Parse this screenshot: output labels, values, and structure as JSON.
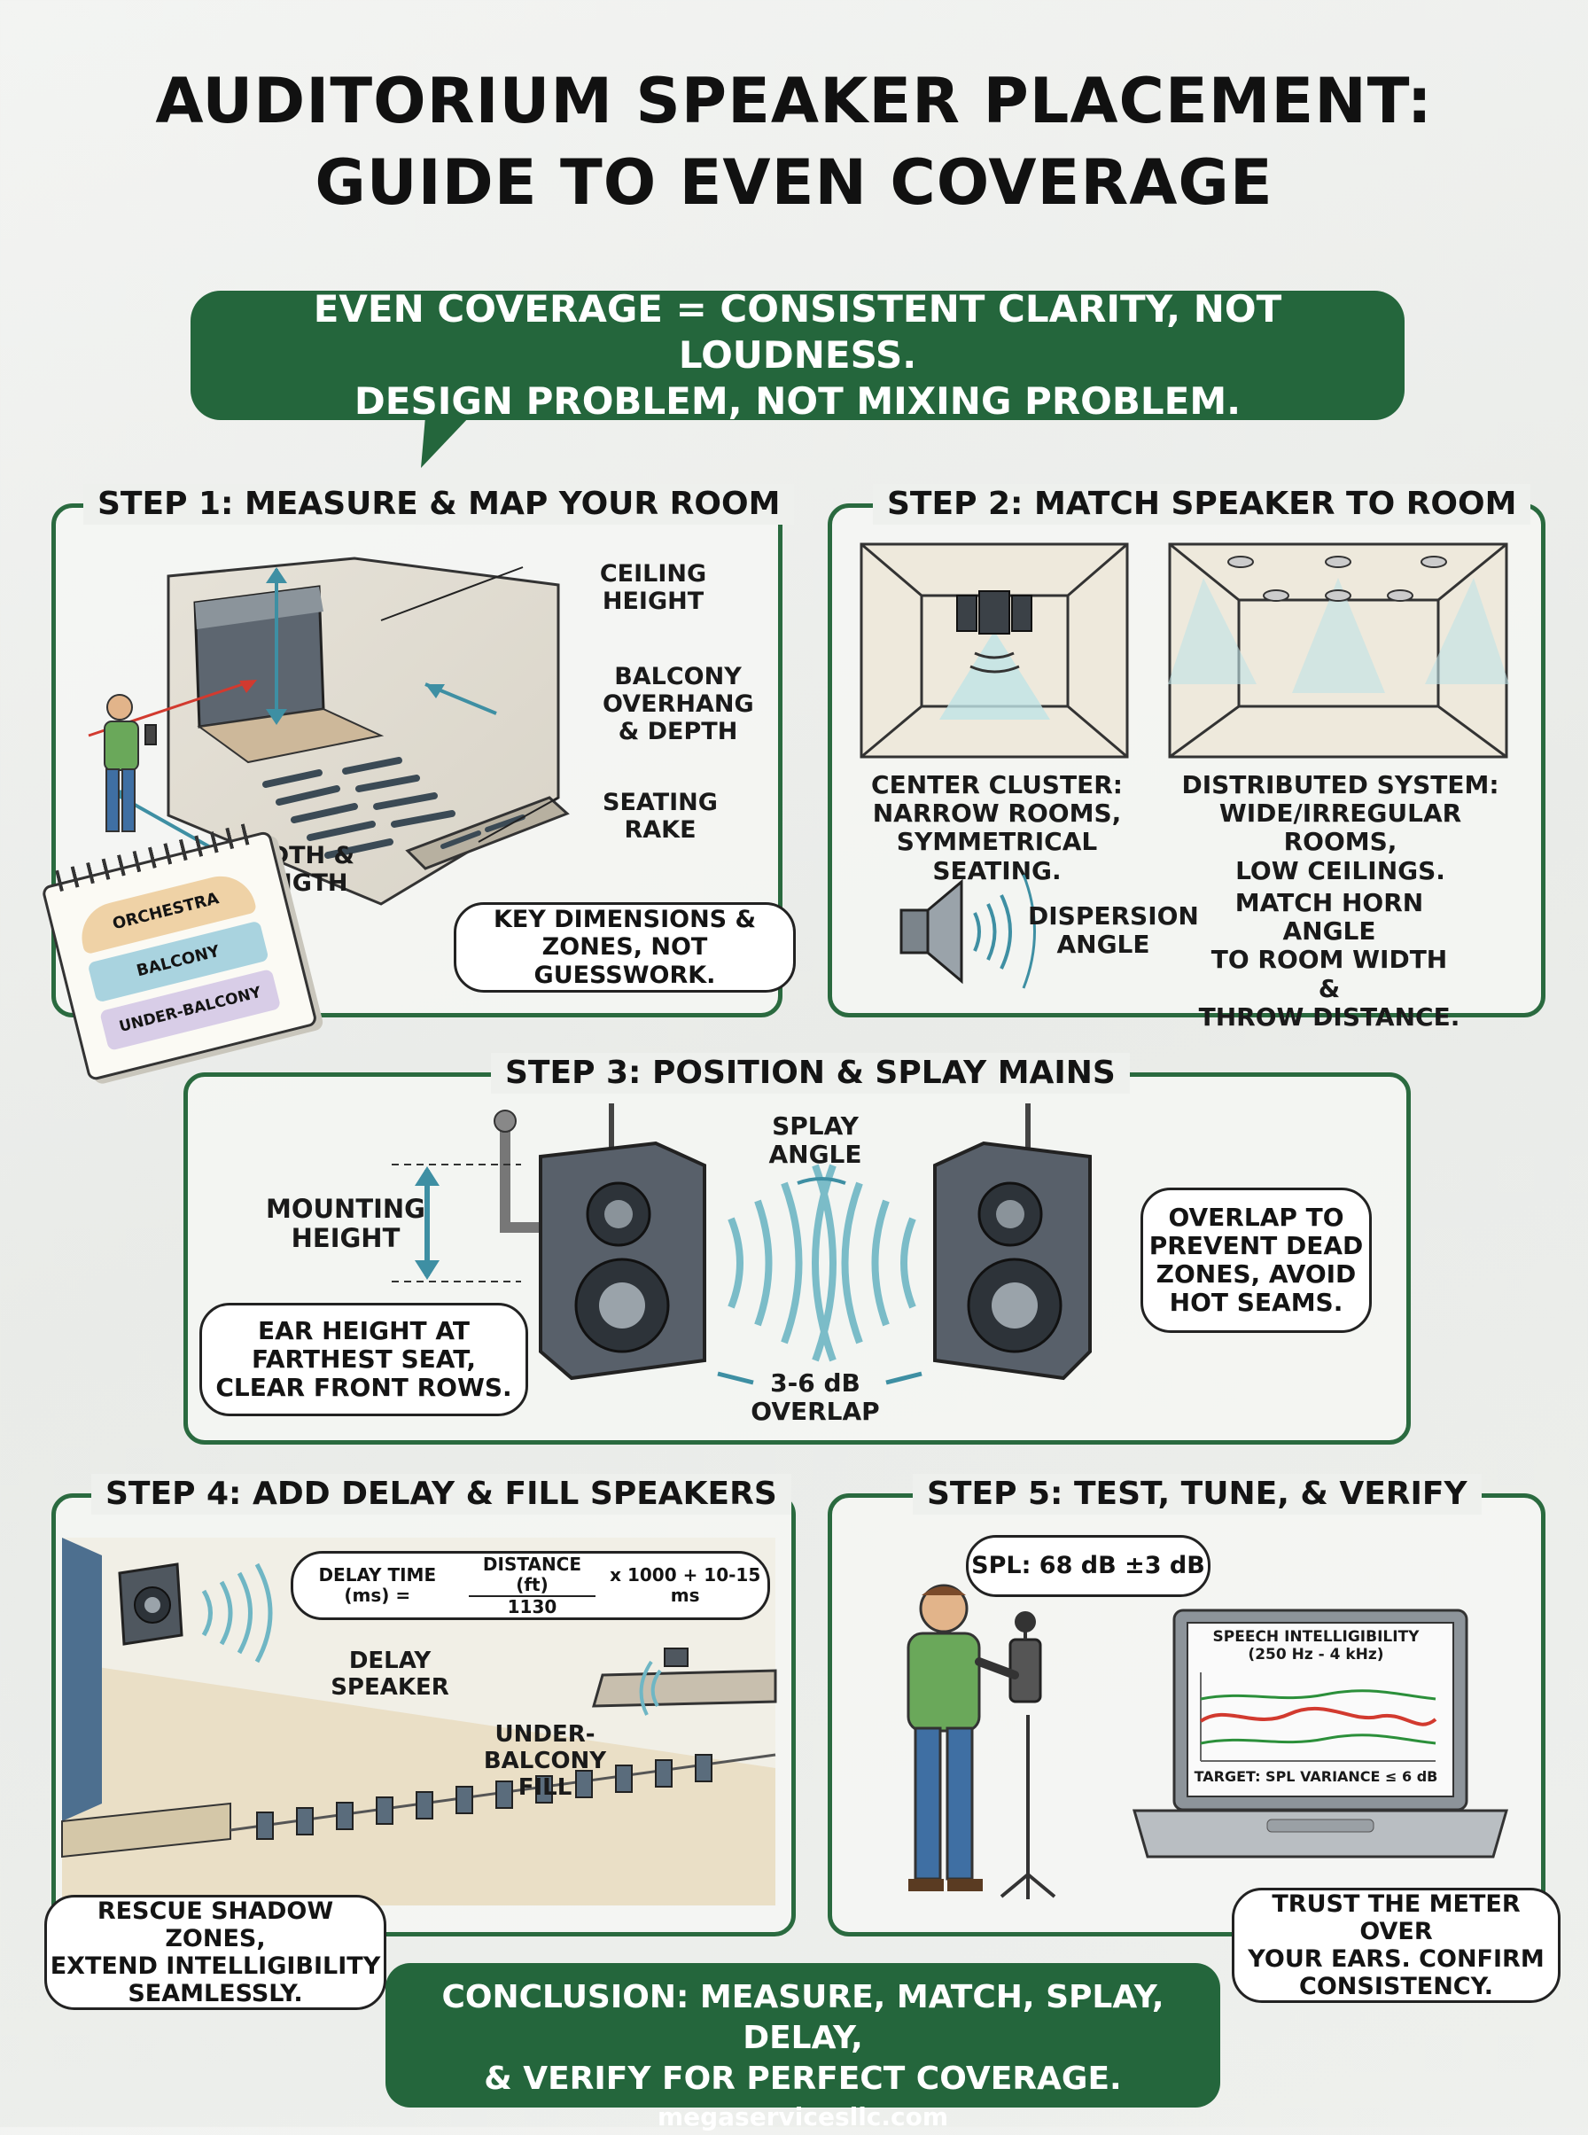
{
  "title": {
    "line1": "AUDITORIUM SPEAKER PLACEMENT:",
    "line2": "GUIDE TO EVEN COVERAGE"
  },
  "banner": {
    "line1": "EVEN COVERAGE = CONSISTENT CLARITY, NOT LOUDNESS.",
    "line2": "DESIGN PROBLEM, NOT MIXING PROBLEM."
  },
  "step1": {
    "title": "STEP 1: MEASURE & MAP YOUR ROOM",
    "ceiling_l1": "CEILING",
    "ceiling_l2": "HEIGHT",
    "balcony_l1": "BALCONY",
    "balcony_l2": "OVERHANG",
    "balcony_l3": "& DEPTH",
    "rake_l1": "SEATING",
    "rake_l2": "RAKE",
    "width_l1": "WIDTH &",
    "width_l2": "LENGTH",
    "bubble_l1": "KEY DIMENSIONS &",
    "bubble_l2": "ZONES, NOT GUESSWORK.",
    "notebook": {
      "zone1": "ORCHESTRA",
      "zone2": "BALCONY",
      "zone3": "UNDER-BALCONY"
    }
  },
  "step2": {
    "title": "STEP 2: MATCH SPEAKER TO ROOM",
    "center_l1": "CENTER CLUSTER:",
    "center_l2": "NARROW ROOMS,",
    "center_l3": "SYMMETRICAL SEATING.",
    "dist_l1": "DISTRIBUTED SYSTEM:",
    "dist_l2": "WIDE/IRREGULAR ROOMS,",
    "dist_l3": "LOW CEILINGS.",
    "dispersion_l1": "DISPERSION",
    "dispersion_l2": "ANGLE",
    "horn_l1": "MATCH HORN ANGLE",
    "horn_l2": "TO ROOM WIDTH &",
    "horn_l3": "THROW DISTANCE."
  },
  "step3": {
    "title": "STEP 3: POSITION & SPLAY MAINS",
    "mounting_l1": "MOUNTING",
    "mounting_l2": "HEIGHT",
    "splay_l1": "SPLAY",
    "splay_l2": "ANGLE",
    "overlap_l1": "3-6 dB",
    "overlap_l2": "OVERLAP",
    "ear_l1": "EAR HEIGHT AT",
    "ear_l2": "FARTHEST SEAT,",
    "ear_l3": "CLEAR FRONT ROWS.",
    "dead_l1": "OVERLAP TO",
    "dead_l2": "PREVENT DEAD",
    "dead_l3": "ZONES, AVOID",
    "dead_l4": "HOT SEAMS."
  },
  "step4": {
    "title": "STEP 4: ADD DELAY & FILL SPEAKERS",
    "formula_left": "DELAY TIME (ms) =",
    "formula_num": "DISTANCE (ft)",
    "formula_den": "1130",
    "formula_right": "x 1000 + 10-15 ms",
    "delay_l1": "DELAY",
    "delay_l2": "SPEAKER",
    "fill_l1": "UNDER-",
    "fill_l2": "BALCONY",
    "fill_l3": "FILL",
    "rescue_l1": "RESCUE SHADOW ZONES,",
    "rescue_l2": "EXTEND INTELLIGIBILITY",
    "rescue_l3": "SEAMLESSLY."
  },
  "step5": {
    "title": "STEP 5: TEST, TUNE, & VERIFY",
    "spl": "SPL: 68 dB ±3 dB",
    "screen_l1": "SPEECH INTELLIGIBILITY",
    "screen_l2": "(250 Hz - 4 kHz)",
    "target": "TARGET: SPL VARIANCE ≤ 6 dB",
    "trust_l1": "TRUST THE METER OVER",
    "trust_l2": "YOUR EARS. CONFIRM",
    "trust_l3": "CONSISTENCY."
  },
  "conclusion": {
    "line1": "CONCLUSION: MEASURE, MATCH, SPLAY, DELAY,",
    "line2": "& VERIFY FOR PERFECT COVERAGE.",
    "url": "megaservicesllc.com"
  },
  "colors": {
    "brand_green": "#24663c",
    "panel_border": "#2a6a3f",
    "sound_wave": "#6fb6c4",
    "accent_red": "#d23a2f"
  }
}
